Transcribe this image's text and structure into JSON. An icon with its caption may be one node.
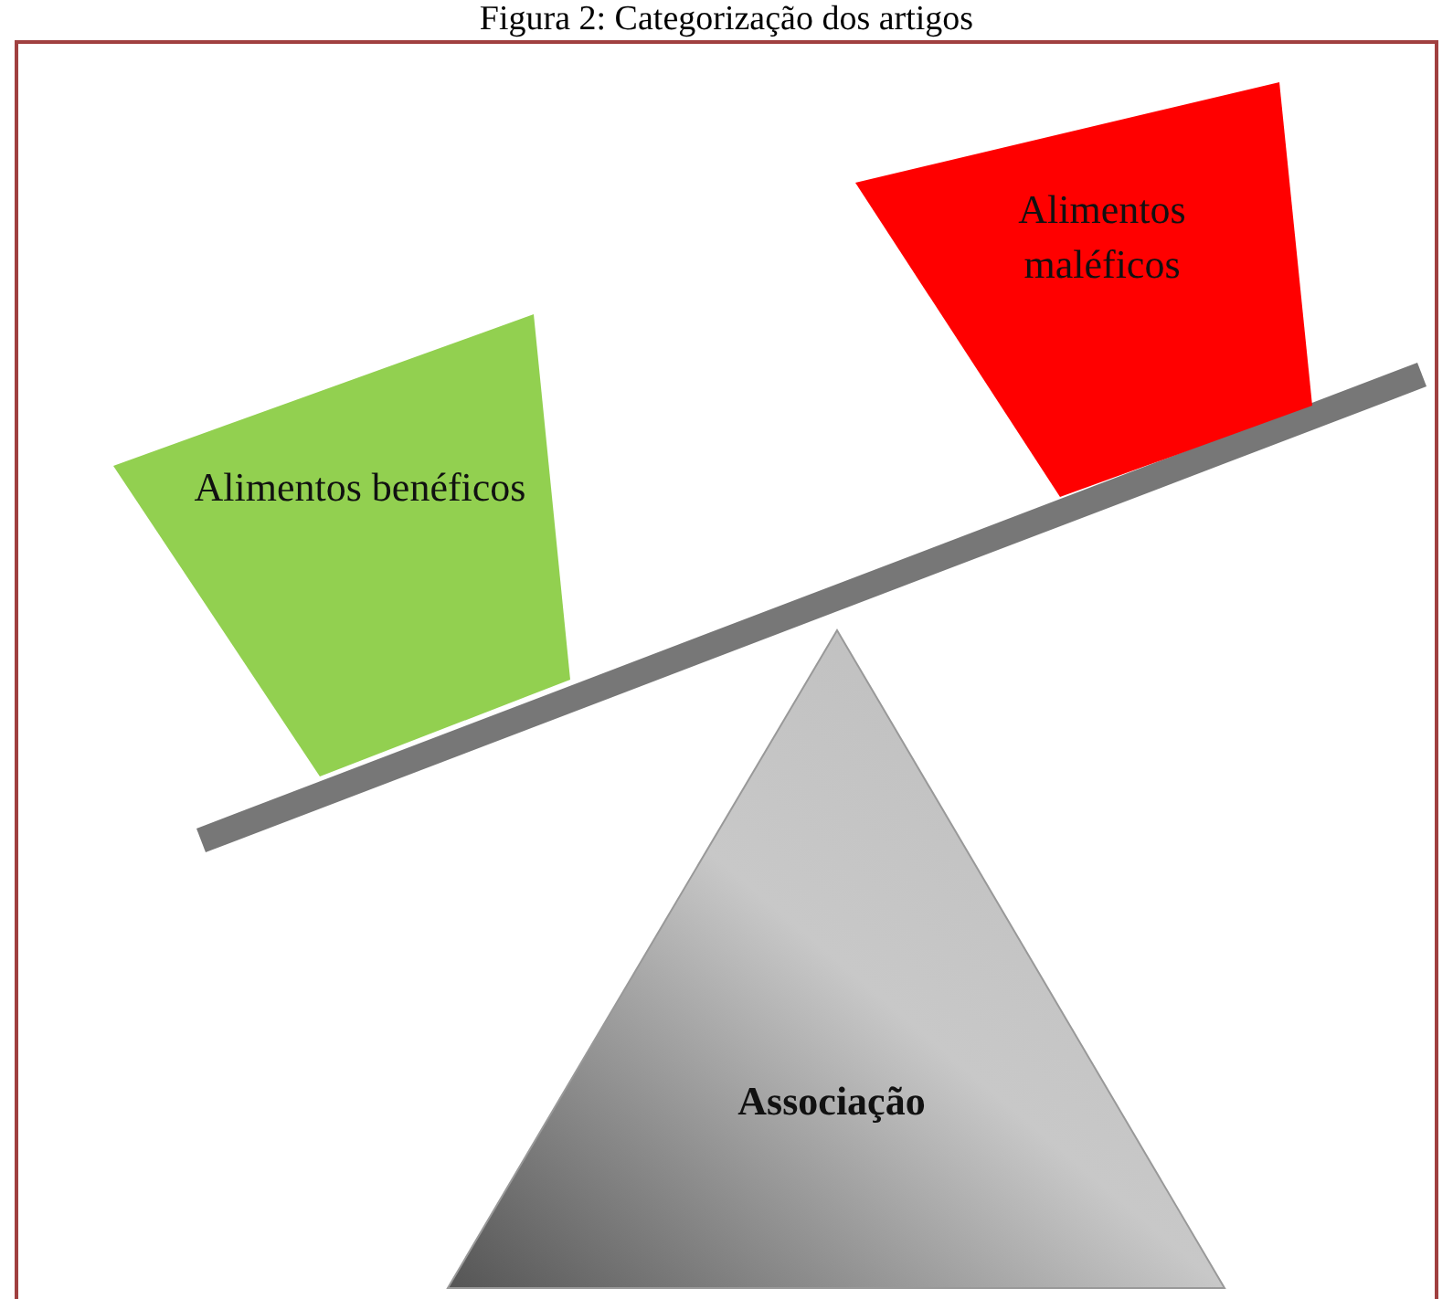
{
  "diagram": {
    "title": "Figura 2: Categorização dos artigos",
    "nodes": [
      {
        "text": [
          "Alimentos benéficos"
        ]
      },
      {
        "text": [
          "Alimentos maléficos"
        ]
      },
      {
        "text": [
          "Associação"
        ]
      }
    ],
    "edges": []
  }
}
